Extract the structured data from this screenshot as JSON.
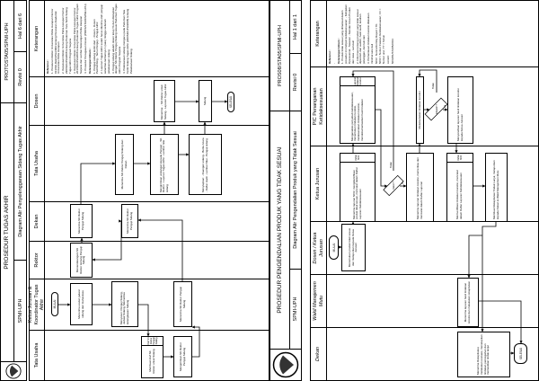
{
  "pages": [
    {
      "header": {
        "title": "PROSEDUR TUGAS AKHIR",
        "code": "PROTOSTA05/SPMI-UPH",
        "dept": "SPMI-UPH",
        "diagram": "Diagram Alir Penyelenggaraan Sidang Tugas Akhir",
        "revision": "Revisi 0",
        "page": "Hal 6 dari 6"
      },
      "lanes": [
        "Tata Usaha",
        "Ketua Jurusan & Koordinator Tugas Akhir",
        "Rektor",
        "Dekan",
        "Tata Usaha",
        "Dosen",
        "Keterangan"
      ],
      "boxes": {
        "start": "MULAI",
        "k1": "Menerima usulan jadwal sidang dari mahasiswa",
        "k2": "Menyusun: Penguji Sidang, Jadwal Sidang, Memeriksa kelengkapan Sidang",
        "k3": "Menerima SK Rektor Penguji Sidang",
        "tu1": "Membuat draf SK Rektor untuk Sidang",
        "tu1_side": "Draf SK Rektor Penguji Sidang",
        "tu2": "Mengirimkan SK Rektor Penguji Sidang",
        "r1": "Menandatangani SK Rektor tentang Penguji Sidang",
        "d1": "Menerima SK Rektor Penguji Sidang",
        "d2": "Menerima SK Rektor Penguji Sidang",
        "t1": "Menerima SK Rektor Penguji Sidang dari Dekan",
        "t2": "Mengirimkan undangan kepada Penguji: - SK Rektor - Laporan Tugas Akhir - Lembar nilai sidang",
        "t3": "Menyiapkan: - Ruangan sidang - Berita Acara - Daftar Hadir - Lembar Nilai - Penguji sidang",
        "ds1": "Menerima: - SK Rektor untuk Sidang - Laporan Tugas Akhir",
        "ds2": "Sidang",
        "end": "SELESAI"
      },
      "keterangan": {
        "ref_title": "Referensi :",
        "refs": [
          "1. Peraturan Rektor Universitas Pelita Harapan Nomor 013/SK-Rek/UPH/2009 tentang Peraturan Akademik Universitas Pelita Harapan",
          "2. Keputusan Rektor Universitas Pelita Harapan Nomor 290/SK/UPH/2008 tentang Pedoman Tata Tertib Sidang Tugas Akhir Program Sarjana",
          "3. Keputusan Rektor Universitas Pelita Harapan Nomor 201/SK/UPH/2008 tentang Pedoman Tugas Akhir Program Sarjana dan Lembar Keterangan Pelita Harapan",
          "4. Prosedur Penugasan Dosen (PROS/STA06/SPMI-UPH)"
        ],
        "gen_title": "Keterangan Umum :",
        "gens": [
          "1. Penguji sidang terdiri dari: - Dosen - Dosen Pembimbing - Tamu Penguji - Penguji Akhir",
          "2. Laporan Tugas Akhir sudah harus diterima oleh penguji selambat-lambatnya 1 (satu) minggu sebelum pelaksanaan sidang",
          "3. Penguji sidang adalah dosen tetap TA dan ditetapkan dengan SK Rektor Penguji Sidang sesuai Pedoman Tugas Akhir Program Sarjana",
          "4. Pelaksanaan sidang mengacu pada Pedoman Tata Tertib Sidang Tugas Akhir (290/SK/UPH/2008) tentang Pelaksanaan Sidang"
        ]
      }
    },
    {
      "header": {
        "title": "PROSEDUR PENGENDALIAN PRODUK YANG TIDAK SESUAI",
        "code": "PROS08/STA05/SPMI-UPH",
        "dept": "SPMI-UPH",
        "diagram": "Diagram Alir Pengendalian Produk yang Tidak Sesuai",
        "revision": "Revisi 0",
        "page": "Hal 1 dari 1"
      },
      "lanes": [
        "Dekan",
        "Wakil Manajemen Mutu",
        "Dosen / Ketua Jurusan",
        "Ketua Jurusan",
        "PIC Penanganan Ketidaksesuaian",
        "Keterangan"
      ],
      "boxes": {
        "start": "MULAI",
        "dos1": "Menemukan produk tidak sesuai dan melaporkan kepada Ketua Jurusan",
        "kj1": "Menerima laporan NCR, mengidentifikasi produk tidak sesuai, mencatat dalam Daftar Laporan Ketidaksesuaian",
        "kj1_side": "Daftar NCR",
        "dia1": "Valid ?",
        "dia1_no": "Tidak",
        "dia1_yes": "Ya",
        "kj2": "Menerima laporan tindakan koreksi, memeriksa dan mencatat dalam Daftar Laporan",
        "kj3": "Memverifikasi tindakan koreksi, mencatat dalam Daftar Laporan Ketidaksesuaian",
        "kj3_side": "Daftar NCR",
        "kj4": "Membuat Rekapitulasi Tindak Lanjut, melaporkan kepada Dekan & Wakil Manajemen Mutu",
        "pic1": "Menganalisis penyebab ketidaksesuaian, menentukan tindakan koreksi, melaksanakan tindakan koreksi, mendokumentasikan hasil tindakan",
        "pic1_side": "Laporan tindakan koreksi",
        "pic2": "Melaksanakan tindakan koreksi",
        "dia2": "Efektif ?",
        "dia2_no": "Tidak",
        "dia2_yes": "Ya",
        "pic3": "Menyerahkan laporan hasil tindakan koreksi kepada Ketua Jurusan",
        "wmm": "Menerima laporan hasil tindakan koreksi dan melakukan rekapitulasi",
        "dekan": "Menerima Rekapitulasi, melakukan evaluasi, menetapkan tindakan pencegahan dan memastikan tindak lanjut",
        "end": "SELESAI"
      },
      "keterangan": {
        "ref_title": "Referensi :",
        "refs": [
          "-"
        ],
        "gen_title": "Keterangan Umum :",
        "gens": [
          "1. Produk tidak sesuai yang dimaksud dalam prosedur ini meliputi ketidaksesuaian: - Kebijakan Operasional - Sasaran - Standar Acuan Produk dan Jasa - Lain-lain",
          "2. Informasi tentang produk yang tidak sesuai diperoleh dari auditor, hasil audit, keluhan pelanggan, dan lain-lain",
          "3. Pemantauan tindakan koreksi dilakukan minimal satu kali",
          "NCR : Nonconformity Report / TK",
          "NCR = Nomor Catatan Ketidaksesuaian; XX = Nomor urut; YY = Tahun",
          "contoh:",
          "NCR/01/STA05/2013"
        ]
      }
    }
  ]
}
